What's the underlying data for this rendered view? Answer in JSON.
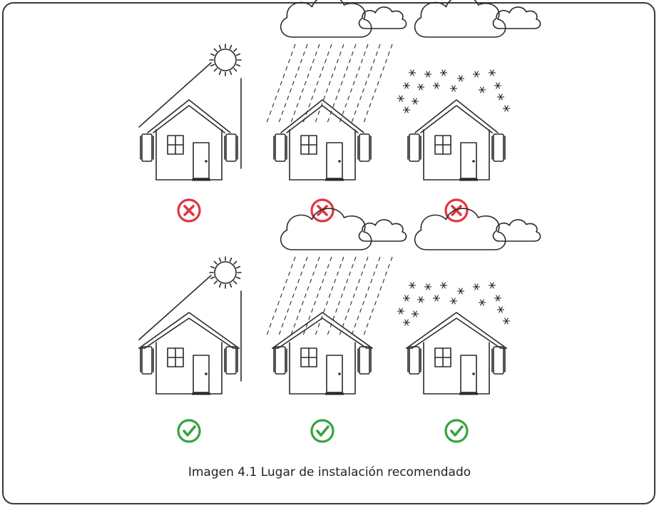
{
  "figure": {
    "caption": "Imagen 4.1 Lugar de instalación recomendado",
    "panels": [
      {
        "weather": "sun",
        "house": "without-eave",
        "verdict": "not-recommended"
      },
      {
        "weather": "rain",
        "house": "without-eave",
        "verdict": "not-recommended"
      },
      {
        "weather": "snow",
        "house": "without-eave",
        "verdict": "not-recommended"
      },
      {
        "weather": "sun",
        "house": "with-eave",
        "verdict": "recommended"
      },
      {
        "weather": "rain",
        "house": "with-eave",
        "verdict": "recommended"
      },
      {
        "weather": "snow",
        "house": "with-eave",
        "verdict": "recommended"
      }
    ],
    "icons": {
      "not-recommended": "cross-circle-icon",
      "recommended": "check-circle-icon"
    },
    "colors": {
      "cross": "#e0363f",
      "check": "#35a33e",
      "line": "#2a2a2a",
      "frame": "#3a3a3a"
    }
  }
}
